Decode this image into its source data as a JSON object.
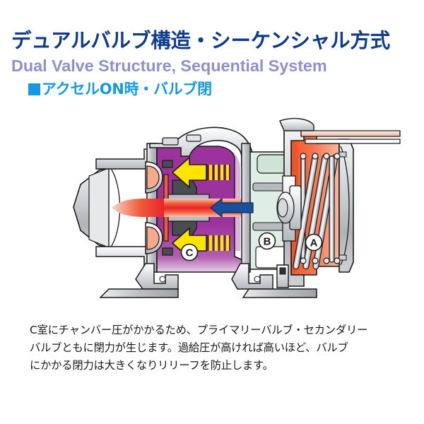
{
  "header": {
    "title_jp": "デュアルバルブ構造・シーケンシャル方式",
    "title_en": "Dual Valve Structure, Sequential System",
    "subhead_jp": "アクセルON時・バルブ閉",
    "title_jp_color": "#103c8c",
    "title_en_color": "#8c93cc",
    "subhead_color": "#149ae0"
  },
  "diagram": {
    "name": "blow-off-valve-cross-section",
    "labels": {
      "chamber_a": "A",
      "chamber_b": "B",
      "chamber_c": "C"
    },
    "colors": {
      "chamber_c_purple": "#9c329c",
      "chamber_a_orange": "#f4734e",
      "chamber_b_mint": "#dfeee4",
      "flow_red": "#e8252a",
      "arrow_yellow": "#ffe400",
      "arrow_blue": "#1b4f9c",
      "body_grey": "#b9bcc0",
      "outline": "#1a1a1a"
    },
    "arrows": {
      "pressure_left_upper": "yellow-arrow-left",
      "pressure_left_lower": "yellow-arrow-left",
      "flow_direction": "blue-arrow-left"
    }
  },
  "body": {
    "line1": "C室にチャンバー圧がかかるため、プライマリーバルブ・セカンダリー",
    "line2": "バルブともに閉力が生じます。過給圧が高ければ高いほど、バルブ",
    "line3": "にかかる閉力は大きくなりリリーフを防止します。"
  }
}
